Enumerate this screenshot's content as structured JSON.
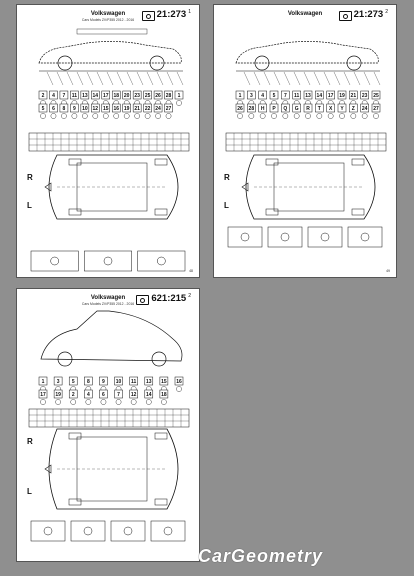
{
  "sheets": [
    {
      "id": "sheet1",
      "brand": "Volkswagen",
      "code": "21:273",
      "code_sup": "1",
      "subtitle": "Cars Models ZV/P355 2012 - 2016",
      "left_label": "R",
      "right_label": "L",
      "page": "48"
    },
    {
      "id": "sheet2",
      "brand": "Volkswagen",
      "code": "21:273",
      "code_sup": "2",
      "subtitle": "",
      "left_label": "R",
      "right_label": "L",
      "page": "49"
    },
    {
      "id": "sheet3",
      "brand": "Volkswagen",
      "code": "621:215",
      "code_sup": "2",
      "subtitle": "Cars Models ZV/P355 2012 - 2016",
      "left_label": "R",
      "right_label": "L",
      "page": ""
    }
  ],
  "sheet1_points": [
    "2",
    "4",
    "7",
    "11",
    "13",
    "14",
    "17",
    "18",
    "20",
    "23",
    "25",
    "26",
    "28",
    "1",
    "5",
    "6",
    "8",
    "9",
    "10",
    "12",
    "15",
    "16",
    "19",
    "21",
    "22",
    "24",
    "27"
  ],
  "sheet2_points": [
    "1",
    "3",
    "4",
    "5",
    "7",
    "11",
    "13",
    "14",
    "17",
    "19",
    "21",
    "23",
    "25",
    "26",
    "28",
    "H",
    "P",
    "Q",
    "G",
    "R",
    "T",
    "X",
    "Y",
    "Z",
    "24",
    "27"
  ],
  "sheet3_points": [
    "1",
    "3",
    "5",
    "8",
    "9",
    "10",
    "11",
    "13",
    "15",
    "16",
    "17",
    "19",
    "2",
    "4",
    "6",
    "7",
    "12",
    "14",
    "18"
  ],
  "watermark": "CarGeometry",
  "colors": {
    "background": "#8f8f8f",
    "sheet": "#ffffff",
    "ink": "#111111"
  }
}
